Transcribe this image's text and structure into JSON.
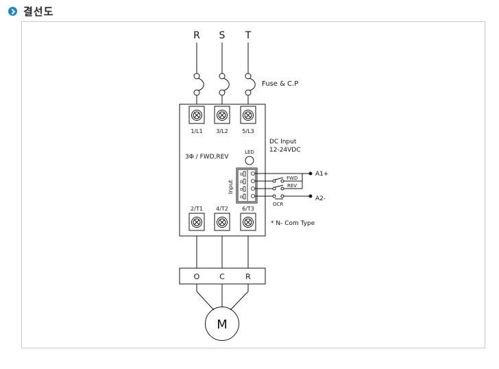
{
  "header": {
    "title": "결선도"
  },
  "diagram": {
    "phases": [
      "R",
      "S",
      "T"
    ],
    "fuse_label": "Fuse & C.P",
    "input_terminals": [
      "1/L1",
      "3/L2",
      "5/L3"
    ],
    "output_terminals": [
      "2/T1",
      "4/T2",
      "6/T3"
    ],
    "phase_label": "3Φ / FWD,REV",
    "led_label": "LED",
    "dc_input_line1": "DC Input",
    "dc_input_line2": "12-24VDC",
    "input_label": "Input",
    "a1_label": "A1+",
    "a2_label": "A2-",
    "fwd_label": "FWD",
    "rev_label": "REV",
    "ocr_label": "OCR",
    "note": "* N- Com Type",
    "motor_terminals": [
      "O",
      "C",
      "R"
    ],
    "motor_label": "M"
  }
}
